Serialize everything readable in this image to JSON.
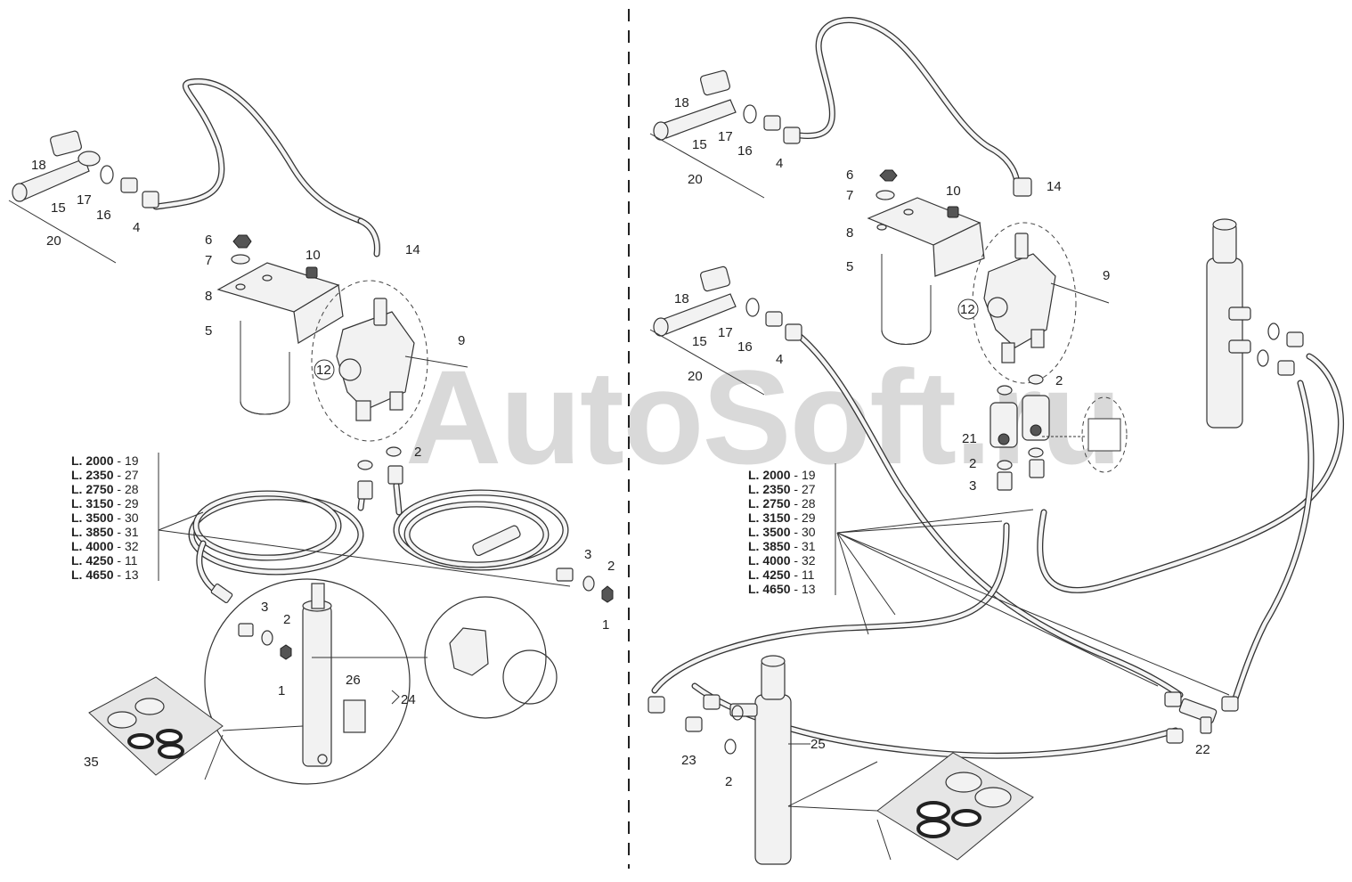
{
  "watermark": "AutoSoft.ru",
  "left_panel": {
    "callouts": [
      "18",
      "15",
      "17",
      "16",
      "4",
      "20",
      "14",
      "6",
      "7",
      "10",
      "8",
      "5",
      "9",
      "12",
      "2",
      "3",
      "2",
      "1",
      "3",
      "2",
      "1",
      "26",
      "24",
      "35"
    ],
    "length_table": [
      {
        "length": "L. 2000",
        "sep": " - ",
        "item": "19"
      },
      {
        "length": "L. 2350",
        "sep": " - ",
        "item": "27"
      },
      {
        "length": "L. 2750",
        "sep": " - ",
        "item": "28"
      },
      {
        "length": "L. 3150",
        "sep": " - ",
        "item": "29"
      },
      {
        "length": "L. 3500",
        "sep": " - ",
        "item": "30"
      },
      {
        "length": "L. 3850",
        "sep": " - ",
        "item": "31"
      },
      {
        "length": "L. 4000",
        "sep": " - ",
        "item": "32"
      },
      {
        "length": "L. 4250",
        "sep": " - ",
        "item": "11"
      },
      {
        "length": "L. 4650",
        "sep": " - ",
        "item": "13"
      }
    ]
  },
  "right_panel": {
    "callouts": [
      "18",
      "15",
      "17",
      "16",
      "4",
      "20",
      "14",
      "6",
      "7",
      "10",
      "8",
      "5",
      "9",
      "12",
      "18",
      "15",
      "17",
      "16",
      "4",
      "20",
      "2",
      "21",
      "2",
      "3",
      "25",
      "23",
      "2",
      "22"
    ],
    "length_table": [
      {
        "length": "L. 2000",
        "sep": " - ",
        "item": "19"
      },
      {
        "length": "L. 2350",
        "sep": " - ",
        "item": "27"
      },
      {
        "length": "L. 2750",
        "sep": " - ",
        "item": "28"
      },
      {
        "length": "L. 3150",
        "sep": " - ",
        "item": "29"
      },
      {
        "length": "L. 3500",
        "sep": " - ",
        "item": "30"
      },
      {
        "length": "L. 3850",
        "sep": " - ",
        "item": "31"
      },
      {
        "length": "L. 4000",
        "sep": " - ",
        "item": "32"
      },
      {
        "length": "L. 4250",
        "sep": " - ",
        "item": "11"
      },
      {
        "length": "L. 4650",
        "sep": " - ",
        "item": "13"
      }
    ]
  }
}
